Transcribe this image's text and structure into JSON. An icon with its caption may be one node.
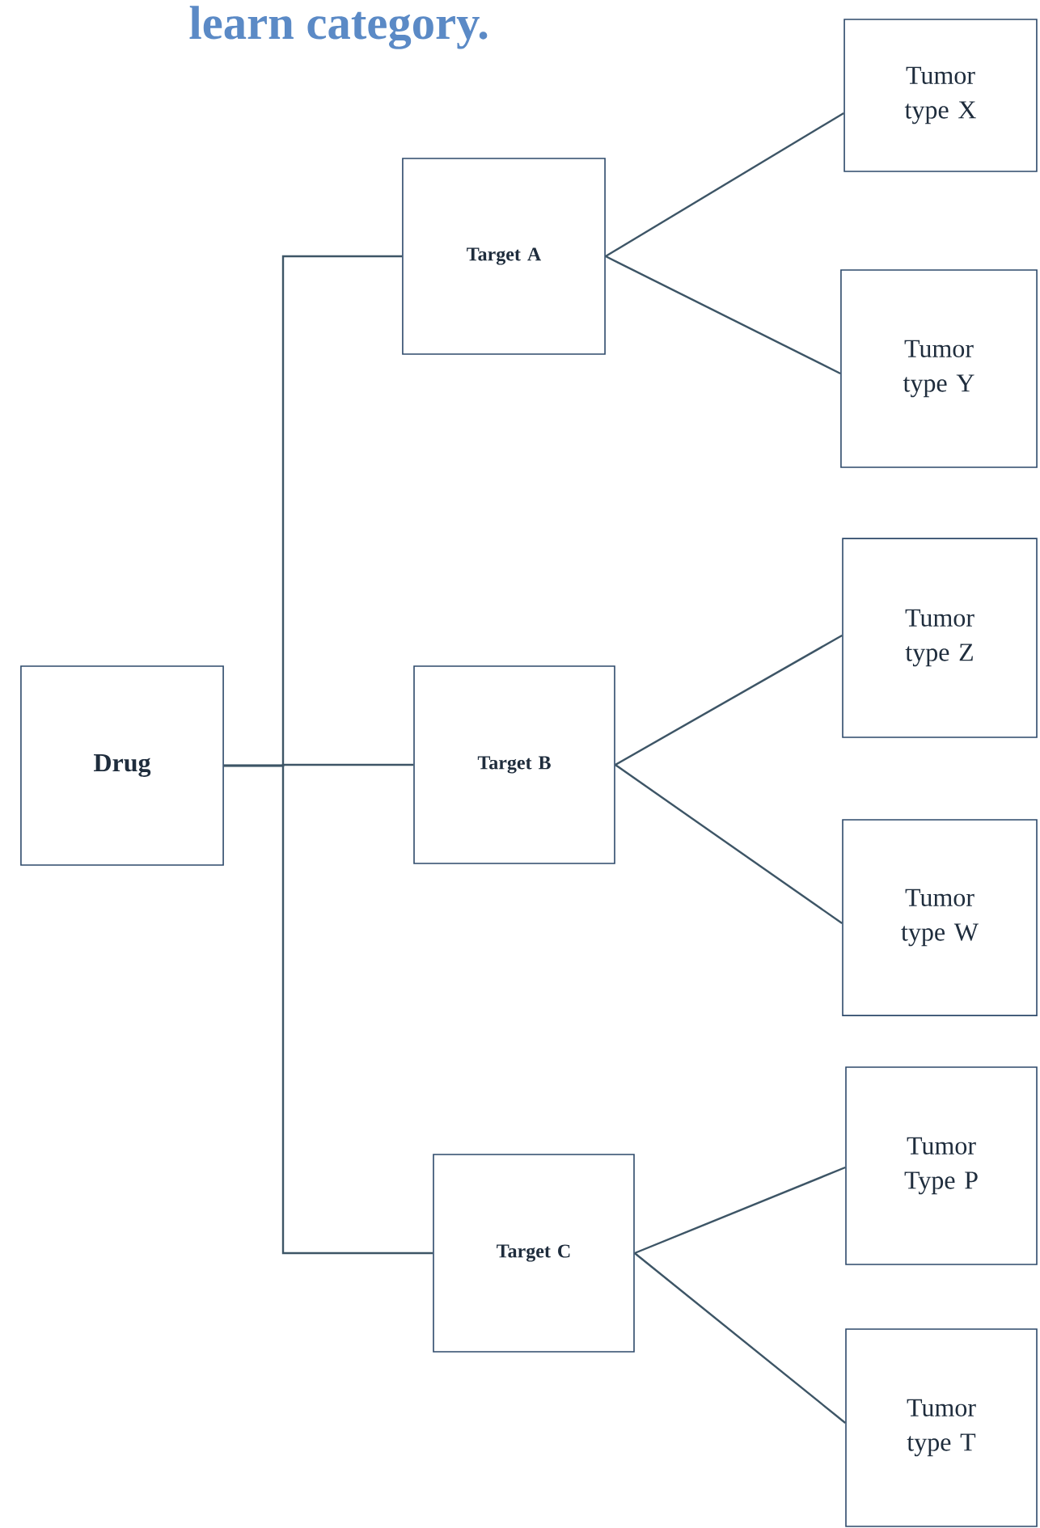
{
  "diagram": {
    "title": "learn category.",
    "nodes": [
      {
        "text": [
          "Drug"
        ]
      },
      {
        "text": [
          "Target A"
        ]
      },
      {
        "text": [
          "Target B"
        ]
      },
      {
        "text": [
          "Target C"
        ]
      },
      {
        "text": [
          "Tumor type X"
        ]
      },
      {
        "text": [
          "Tumor type Y"
        ]
      },
      {
        "text": [
          "Tumor type Z"
        ]
      },
      {
        "text": [
          "Tumor type W"
        ]
      },
      {
        "text": [
          "Tumor Type P"
        ]
      },
      {
        "text": [
          "Tumor type T"
        ]
      }
    ],
    "edges": [
      {
        "from": 0,
        "to": 1,
        "arrow": "none"
      },
      {
        "from": 0,
        "to": 2,
        "arrow": "none"
      },
      {
        "from": 0,
        "to": 3,
        "arrow": "none"
      },
      {
        "from": 1,
        "to": 4,
        "arrow": "none"
      },
      {
        "from": 1,
        "to": 5,
        "arrow": "none"
      },
      {
        "from": 2,
        "to": 6,
        "arrow": "none"
      },
      {
        "from": 2,
        "to": 7,
        "arrow": "none"
      },
      {
        "from": 3,
        "to": 8,
        "arrow": "none"
      },
      {
        "from": 3,
        "to": 9,
        "arrow": "none"
      }
    ]
  }
}
